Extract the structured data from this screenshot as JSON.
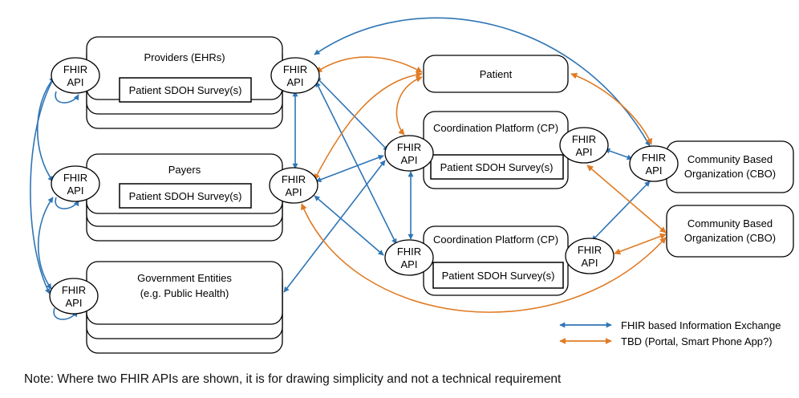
{
  "colors": {
    "fhir": "#2f75b5",
    "tbd": "#e07b24",
    "stroke": "#000000"
  },
  "boxes": {
    "providers": {
      "title": "Providers (EHRs)",
      "survey": "Patient SDOH Survey(s)"
    },
    "payers": {
      "title": "Payers",
      "survey": "Patient SDOH Survey(s)"
    },
    "government": {
      "title_line1": "Government Entities",
      "title_line2": "(e.g. Public Health)"
    },
    "patient": {
      "title": "Patient"
    },
    "cp_top": {
      "title": "Coordination Platform (CP)",
      "survey": "Patient SDOH Survey(s)"
    },
    "cp_bottom": {
      "title": "Coordination Platform (CP)",
      "survey": "Patient SDOH Survey(s)"
    },
    "cbo_top": {
      "line1": "Community Based",
      "line2": "Organization (CBO)"
    },
    "cbo_bottom": {
      "line1": "Community Based",
      "line2": "Organization (CBO)"
    }
  },
  "api": {
    "line1": "FHIR",
    "line2": "API"
  },
  "legend": {
    "fhir": "FHIR based Information Exchange",
    "tbd": "TBD (Portal, Smart Phone App?)"
  },
  "note": "Note: Where two FHIR APIs are shown, it is for drawing simplicity and not a technical requirement"
}
